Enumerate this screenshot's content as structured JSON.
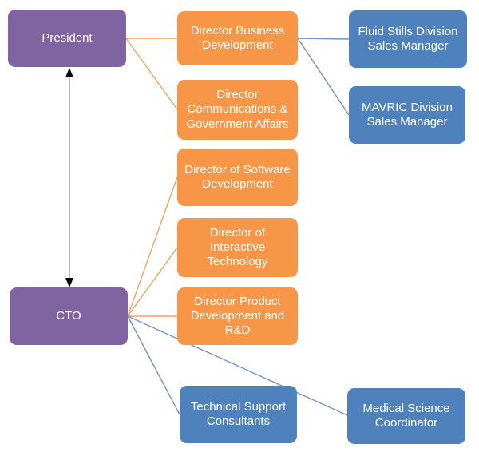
{
  "diagram": {
    "type": "org-chart",
    "background_color": "#FFFFFF",
    "colors": {
      "executive_box": "#8064A2",
      "director_box": "#F79646",
      "staff_box": "#4F81BD",
      "connector_orange": "#EDA35C",
      "connector_blue": "#6E93C8",
      "arrow_line": "#A6A6A6",
      "arrow_head": "#000000",
      "box_text": "#FFFFFF"
    },
    "nodes": {
      "president": {
        "label": "President",
        "role": "executive"
      },
      "cto": {
        "label": "CTO",
        "role": "executive"
      },
      "dir_business_dev": {
        "label": "Director Business\nDevelopment",
        "role": "director"
      },
      "dir_comm_gov": {
        "label": "Director\nCommunications &\nGovernment Affairs",
        "role": "director"
      },
      "dir_software_dev": {
        "label": "Director of Software\nDevelopment",
        "role": "director"
      },
      "dir_interactive_tech": {
        "label": "Director of\nInteractive\nTechnology",
        "role": "director"
      },
      "dir_product_dev": {
        "label": "Director Product\nDevelopment and\nR&D",
        "role": "director"
      },
      "tech_support": {
        "label": "Technical Support\nConsultants",
        "role": "staff"
      },
      "fluid_stills": {
        "label": "Fluid Stills Division\nSales Manager",
        "role": "staff"
      },
      "mavric": {
        "label": "MAVRIC Division\nSales Manager",
        "role": "staff"
      },
      "med_science": {
        "label": "Medical Science\nCoordinator",
        "role": "staff"
      }
    },
    "edges": [
      {
        "from": "president",
        "to": "dir_business_dev",
        "color": "orange"
      },
      {
        "from": "president",
        "to": "dir_comm_gov",
        "color": "orange"
      },
      {
        "from": "cto",
        "to": "dir_software_dev",
        "color": "orange"
      },
      {
        "from": "cto",
        "to": "dir_interactive_tech",
        "color": "orange"
      },
      {
        "from": "cto",
        "to": "dir_product_dev",
        "color": "orange"
      },
      {
        "from": "dir_business_dev",
        "to": "fluid_stills",
        "color": "blue"
      },
      {
        "from": "dir_business_dev",
        "to": "mavric",
        "color": "blue"
      },
      {
        "from": "cto",
        "to": "tech_support",
        "color": "blue"
      },
      {
        "from": "cto",
        "to": "med_science",
        "color": "blue"
      }
    ],
    "arrow": {
      "from": "president",
      "to": "cto",
      "style": "double-headed-vertical"
    }
  }
}
